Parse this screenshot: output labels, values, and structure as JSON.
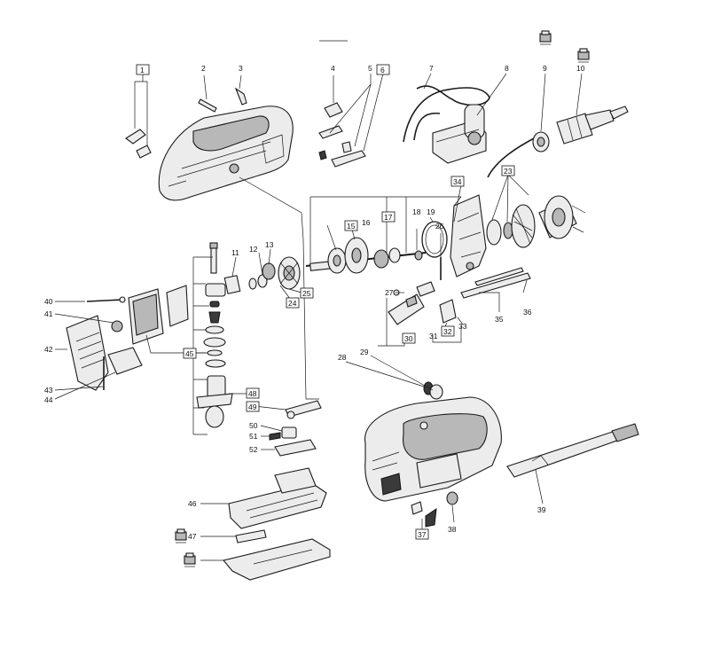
{
  "colors": {
    "line": "#1a1a1a",
    "part_fill": "#ececec",
    "part_dark": "#b8b8b8",
    "background": "#ffffff"
  },
  "icons": [
    "accessory-icon",
    "accessory-icon",
    "accessory-icon",
    "accessory-icon"
  ],
  "labels": {
    "l1": "1",
    "l2": "2",
    "l3": "3",
    "l4": "4",
    "l5": "5",
    "l6": "6",
    "l7": "7",
    "l8": "8",
    "l9": "9",
    "l10": "10",
    "l11": "11",
    "l12": "12",
    "l13": "13",
    "l15": "15",
    "l16": "16",
    "l17": "17",
    "l18": "18",
    "l19": "19",
    "l23": "23",
    "l24": "24",
    "l25": "25",
    "l26": "26",
    "l27": "27",
    "l28": "28",
    "l29": "29",
    "l30": "30",
    "l31": "31",
    "l32": "32",
    "l33": "33",
    "l34": "34",
    "l35": "35",
    "l36": "36",
    "l37": "37",
    "l38": "38",
    "l39": "39",
    "l40": "40",
    "l41": "41",
    "l42": "42",
    "l43": "43",
    "l44": "44",
    "l45": "45",
    "l46": "46",
    "l47": "47",
    "l48": "48",
    "l49": "49",
    "l50": "50",
    "l51": "51",
    "l52": "52"
  }
}
